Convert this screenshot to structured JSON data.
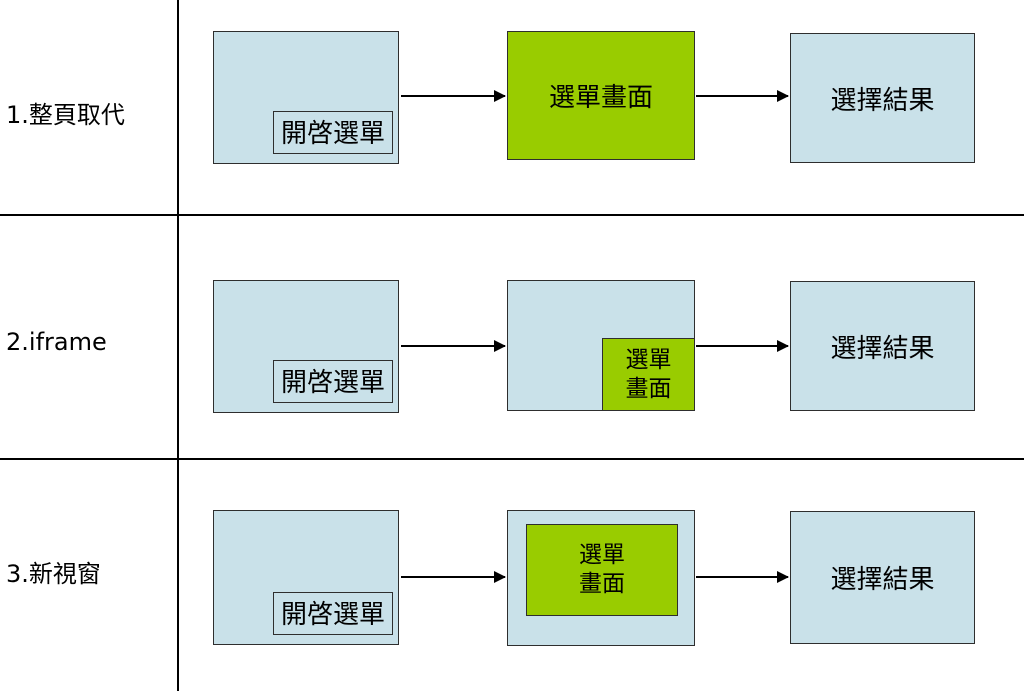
{
  "diagram": {
    "rows": [
      {
        "label": "1.整頁取代",
        "open_menu_button": "開啓選單",
        "menu_screen": "選單畫面",
        "result": "選擇結果"
      },
      {
        "label": "2.iframe",
        "open_menu_button": "開啓選單",
        "menu_screen_line1": "選單",
        "menu_screen_line2": "畫面",
        "result": "選擇結果"
      },
      {
        "label": "3.新視窗",
        "open_menu_button": "開啓選單",
        "menu_screen_line1": "選單",
        "menu_screen_line2": "畫面",
        "result": "選擇結果"
      }
    ],
    "colors": {
      "page_box": "#c9e1e9",
      "menu_box": "#99cc00",
      "line": "#000000"
    }
  }
}
